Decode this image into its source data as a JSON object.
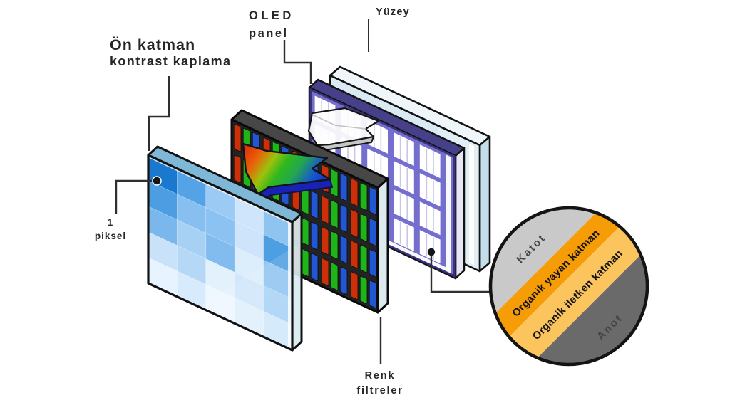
{
  "labels": {
    "front_layer": {
      "line1": "Ön katman",
      "line2": "kontrast kaplama"
    },
    "oled": {
      "line1": "OLED",
      "line2": "panel"
    },
    "surface": "Yüzey",
    "one_pixel": {
      "line1": "1",
      "line2": "piksel"
    },
    "color_filters": {
      "line1": "Renk",
      "line2": "filtreler"
    }
  },
  "inset": {
    "layers": [
      {
        "label": "Katot",
        "color": "#c9c9c9"
      },
      {
        "label": "Organik yayan katman",
        "color": "#f59c07"
      },
      {
        "label": "Organik iletken katman",
        "color": "#fcc45c"
      },
      {
        "label": "Anot",
        "color": "#6a6a6a"
      }
    ]
  },
  "front_panel": {
    "pixels": [
      [
        "#1a79cf",
        "#54a3e6",
        "#9bcaf4",
        "#cfe5fb",
        "#8fc3f0"
      ],
      [
        "#4d9de2",
        "#86bff0",
        "#8cc2f1",
        "#cde4fa",
        "#4e9ee2"
      ],
      [
        "#7ab7ec",
        "#a6d1f5",
        "#82bcee",
        "#dcedfc",
        "#8fc4f0"
      ],
      [
        "#c9e2fa",
        "#b6d8f7",
        "#e3f1fd",
        "#cfe6fb",
        "#a8d3f6"
      ],
      [
        "#e7f3fe",
        "#d8ebfc",
        "#eef6fe",
        "#dfeffd",
        "#cfe7fb"
      ]
    ]
  },
  "filter_panel": {
    "rows": 4,
    "cols": 5,
    "subpixel_colors": [
      "#cd3008",
      "#1eb41a",
      "#2356d4"
    ]
  },
  "oled_panel": {
    "rows": 4,
    "cols": 5,
    "cell_color": "#ffffff",
    "separator_color": "#c9c7e4",
    "frame_color": "#746ece"
  }
}
